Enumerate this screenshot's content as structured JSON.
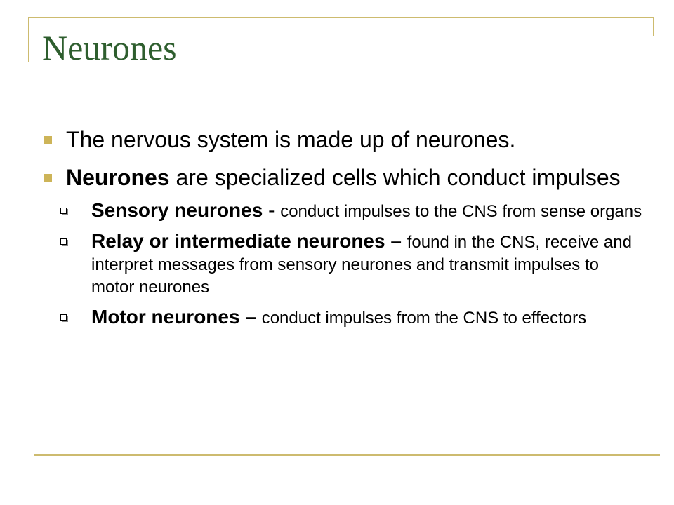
{
  "slide": {
    "title": "Neurones",
    "accent_color": "#CDB458",
    "title_color": "#2E5E2E",
    "bullets": [
      {
        "text": "The nervous system is made up of neurones."
      },
      {
        "strong": "Neurones",
        "text": " are specialized cells which conduct impulses"
      }
    ],
    "sub_bullets": [
      {
        "strong": "Sensory neurones",
        "sep": " - ",
        "text": "conduct impulses to the CNS from sense organs"
      },
      {
        "strong": "Relay or intermediate neurones",
        "sep": " – ",
        "text": "found in the CNS, receive and interpret messages from sensory neurones and transmit impulses to motor neurones"
      },
      {
        "strong": "Motor neurones",
        "sep": " – ",
        "text": "conduct impulses from the CNS to effectors"
      }
    ],
    "icons": {
      "level1": "filled-square-bullet-icon",
      "level2": "hollow-square-bullet-icon"
    }
  }
}
